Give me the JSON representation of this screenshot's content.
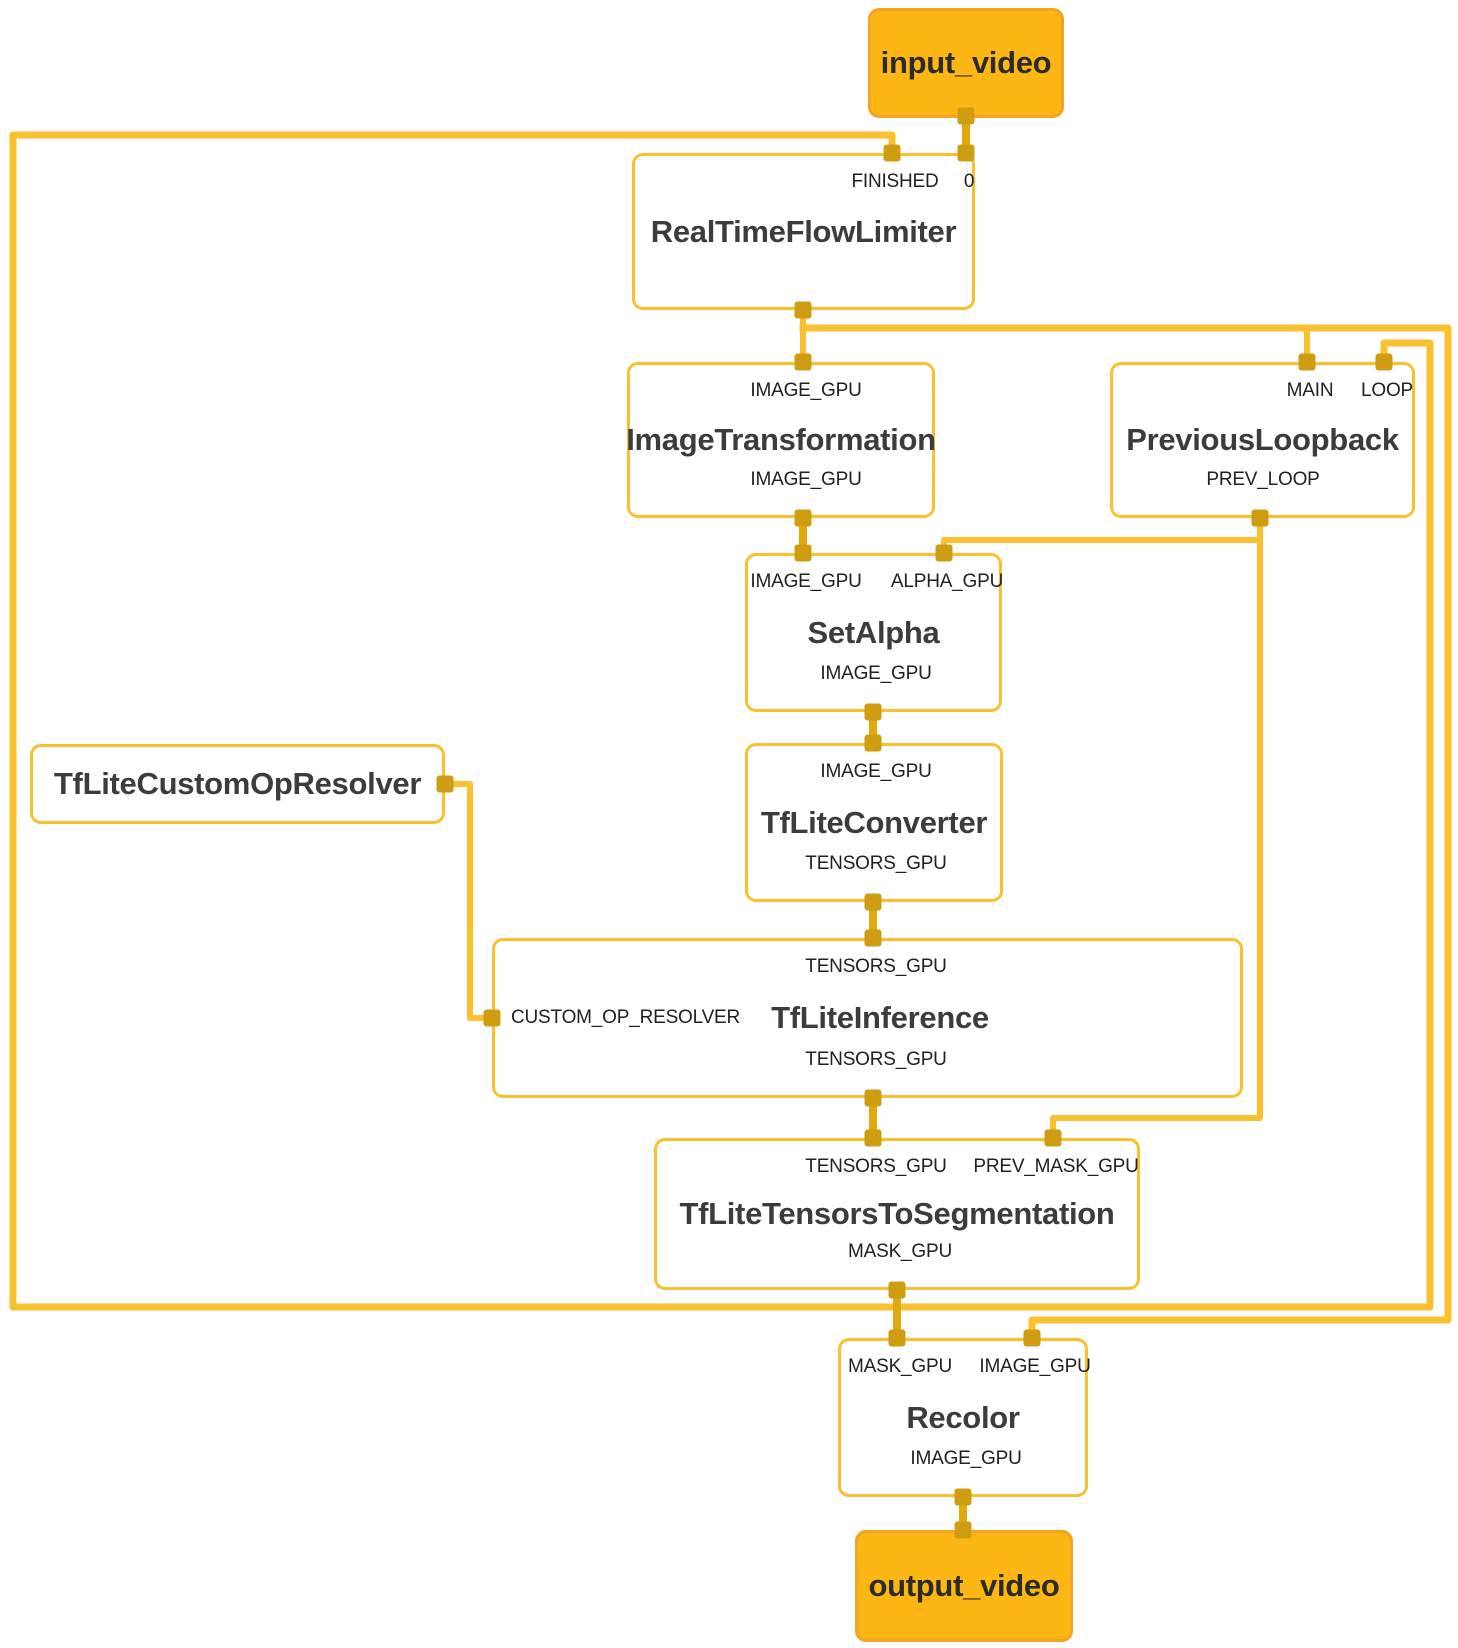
{
  "colors": {
    "edge_yellow": "#FBC02D",
    "stub_yellow": "#DFA90F",
    "port_marker": "#CE9D12",
    "io_fill": "#FCB714",
    "io_border": "#F5A227",
    "title_text": "#3A3D40",
    "label_text": "#212121",
    "bg": "#FFFFFF"
  },
  "nodes": {
    "input_video": {
      "title": "input_video"
    },
    "real_time_flow_limiter": {
      "title": "RealTimeFlowLimiter",
      "inputs": [
        "FINISHED",
        "0"
      ]
    },
    "image_transformation": {
      "title": "ImageTransformation",
      "inputs": [
        "IMAGE_GPU"
      ],
      "outputs": [
        "IMAGE_GPU"
      ]
    },
    "previous_loopback": {
      "title": "PreviousLoopback",
      "inputs": [
        "MAIN",
        "LOOP"
      ],
      "outputs": [
        "PREV_LOOP"
      ]
    },
    "set_alpha": {
      "title": "SetAlpha",
      "inputs": [
        "IMAGE_GPU",
        "ALPHA_GPU"
      ],
      "outputs": [
        "IMAGE_GPU"
      ]
    },
    "tflite_converter": {
      "title": "TfLiteConverter",
      "inputs": [
        "IMAGE_GPU"
      ],
      "outputs": [
        "TENSORS_GPU"
      ]
    },
    "tflite_custom_op_resolver": {
      "title": "TfLiteCustomOpResolver"
    },
    "tflite_inference": {
      "title": "TfLiteInference",
      "inputs": [
        "TENSORS_GPU"
      ],
      "side_inputs": [
        "CUSTOM_OP_RESOLVER"
      ],
      "outputs": [
        "TENSORS_GPU"
      ]
    },
    "tflite_tensors_to_segmentation": {
      "title": "TfLiteTensorsToSegmentation",
      "inputs": [
        "TENSORS_GPU",
        "PREV_MASK_GPU"
      ],
      "outputs": [
        "MASK_GPU"
      ]
    },
    "recolor": {
      "title": "Recolor",
      "inputs": [
        "MASK_GPU",
        "IMAGE_GPU"
      ],
      "outputs": [
        "IMAGE_GPU"
      ]
    },
    "output_video": {
      "title": "output_video"
    }
  },
  "edges": [
    {
      "from": "input_video",
      "to": "real_time_flow_limiter.0"
    },
    {
      "from": "real_time_flow_limiter.out",
      "to": "image_transformation.IMAGE_GPU"
    },
    {
      "from": "real_time_flow_limiter.out",
      "to": "previous_loopback.MAIN"
    },
    {
      "from": "real_time_flow_limiter.out",
      "to": "recolor.IMAGE_GPU"
    },
    {
      "from": "image_transformation.IMAGE_GPU",
      "to": "set_alpha.IMAGE_GPU"
    },
    {
      "from": "previous_loopback.PREV_LOOP",
      "to": "set_alpha.ALPHA_GPU"
    },
    {
      "from": "previous_loopback.PREV_LOOP",
      "to": "tflite_tensors_to_segmentation.PREV_MASK_GPU"
    },
    {
      "from": "set_alpha.IMAGE_GPU",
      "to": "tflite_converter.IMAGE_GPU"
    },
    {
      "from": "tflite_converter.TENSORS_GPU",
      "to": "tflite_inference.TENSORS_GPU"
    },
    {
      "from": "tflite_custom_op_resolver",
      "to": "tflite_inference.CUSTOM_OP_RESOLVER"
    },
    {
      "from": "tflite_inference.TENSORS_GPU",
      "to": "tflite_tensors_to_segmentation.TENSORS_GPU"
    },
    {
      "from": "tflite_tensors_to_segmentation.MASK_GPU",
      "to": "recolor.MASK_GPU"
    },
    {
      "from": "tflite_tensors_to_segmentation.MASK_GPU",
      "to": "real_time_flow_limiter.FINISHED"
    },
    {
      "from": "tflite_tensors_to_segmentation.MASK_GPU",
      "to": "previous_loopback.LOOP"
    },
    {
      "from": "recolor.IMAGE_GPU",
      "to": "output_video"
    }
  ]
}
